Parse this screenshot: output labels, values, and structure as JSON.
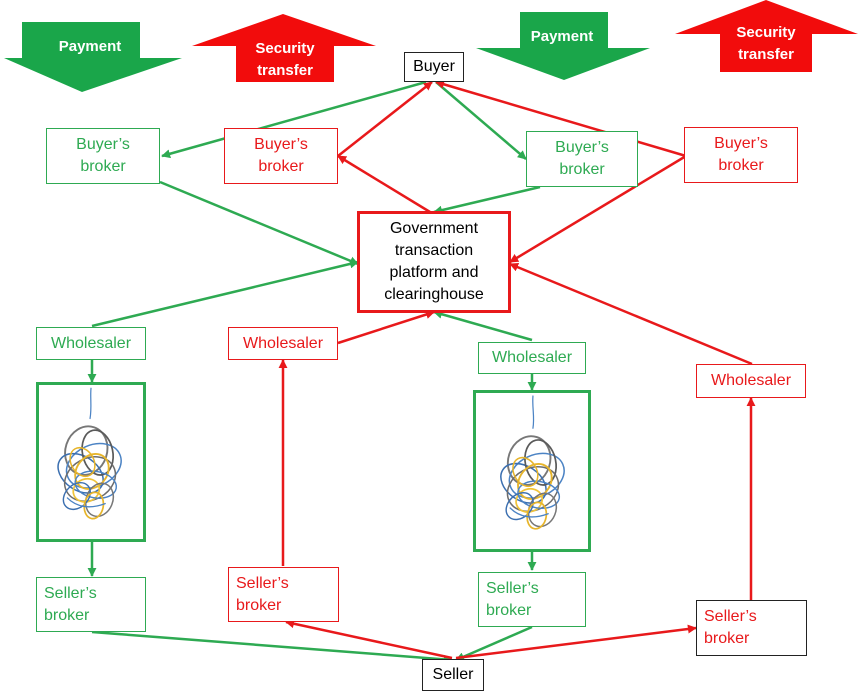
{
  "legend": {
    "left_payment": "Payment",
    "left_security": "Security\ntransfer",
    "right_payment": "Payment",
    "right_security": "Security\ntransfer"
  },
  "nodes": {
    "buyer": "Buyer",
    "seller": "Seller",
    "platform": "Government\ntransaction\nplatform and\nclearinghouse",
    "buyers_broker_green_left": "Buyer’s\nbroker",
    "buyers_broker_red_left": "Buyer’s\nbroker",
    "buyers_broker_green_right": "Buyer’s\nbroker",
    "buyers_broker_red_right": "Buyer’s\nbroker",
    "wholesaler_green_left": "Wholesaler",
    "wholesaler_red_left": "Wholesaler",
    "wholesaler_green_right": "Wholesaler",
    "wholesaler_red_right": "Wholesaler",
    "sellers_broker_green_left": "Seller’s\nbroker",
    "sellers_broker_red_left": "Seller’s\nbroker",
    "sellers_broker_green_right": "Seller’s\nbroker",
    "sellers_broker_right": "Seller’s\nbroker"
  },
  "colors": {
    "payment_green": "#2eaa52",
    "security_red": "#e8191b",
    "arrow_fill_green": "#1aa64a",
    "arrow_fill_red": "#f20c0c"
  }
}
